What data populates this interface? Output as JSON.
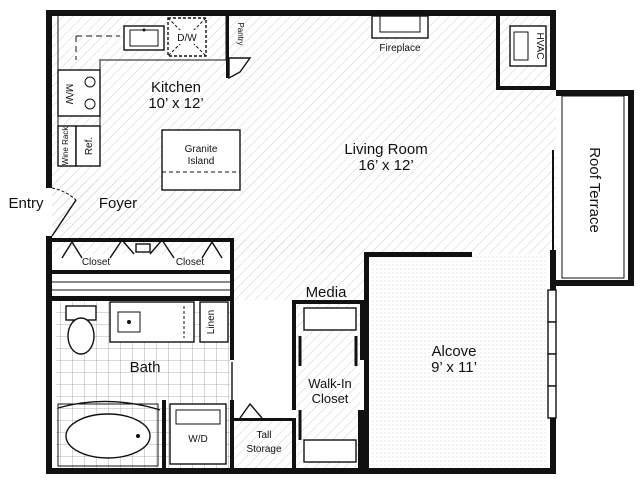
{
  "plan": {
    "rooms": {
      "kitchen": {
        "name": "Kitchen",
        "size": "10’ x 12’"
      },
      "living_room": {
        "name": "Living Room",
        "size": "16’ x 12’"
      },
      "alcove": {
        "name": "Alcove",
        "size": "9’ x 11’"
      },
      "roof_terrace": {
        "name": "Roof Terrace"
      },
      "foyer": {
        "name": "Foyer"
      },
      "bath": {
        "name": "Bath"
      },
      "entry": {
        "name": "Entry"
      },
      "media": {
        "name": "Media"
      }
    },
    "labels": {
      "fireplace": "Fireplace",
      "hvac": "HVAC",
      "pantry": "Pantry",
      "dishwasher": "D/W",
      "microwave": "M/W",
      "wine_rack": "Wine Rack",
      "refrigerator": "Ref.",
      "granite_island_line1": "Granite",
      "granite_island_line2": "Island",
      "closet_left": "Closet",
      "closet_right": "Closet",
      "linen": "Linen",
      "walk_in_line1": "Walk-In",
      "walk_in_line2": "Closet",
      "washer_dryer": "W/D",
      "tall_storage_line1": "Tall",
      "tall_storage_line2": "Storage"
    }
  },
  "colors": {
    "wall": "#111111",
    "floor_hatch": "#cfcfcf",
    "bath_tile": "#9a9a9a",
    "background": "#ffffff"
  }
}
